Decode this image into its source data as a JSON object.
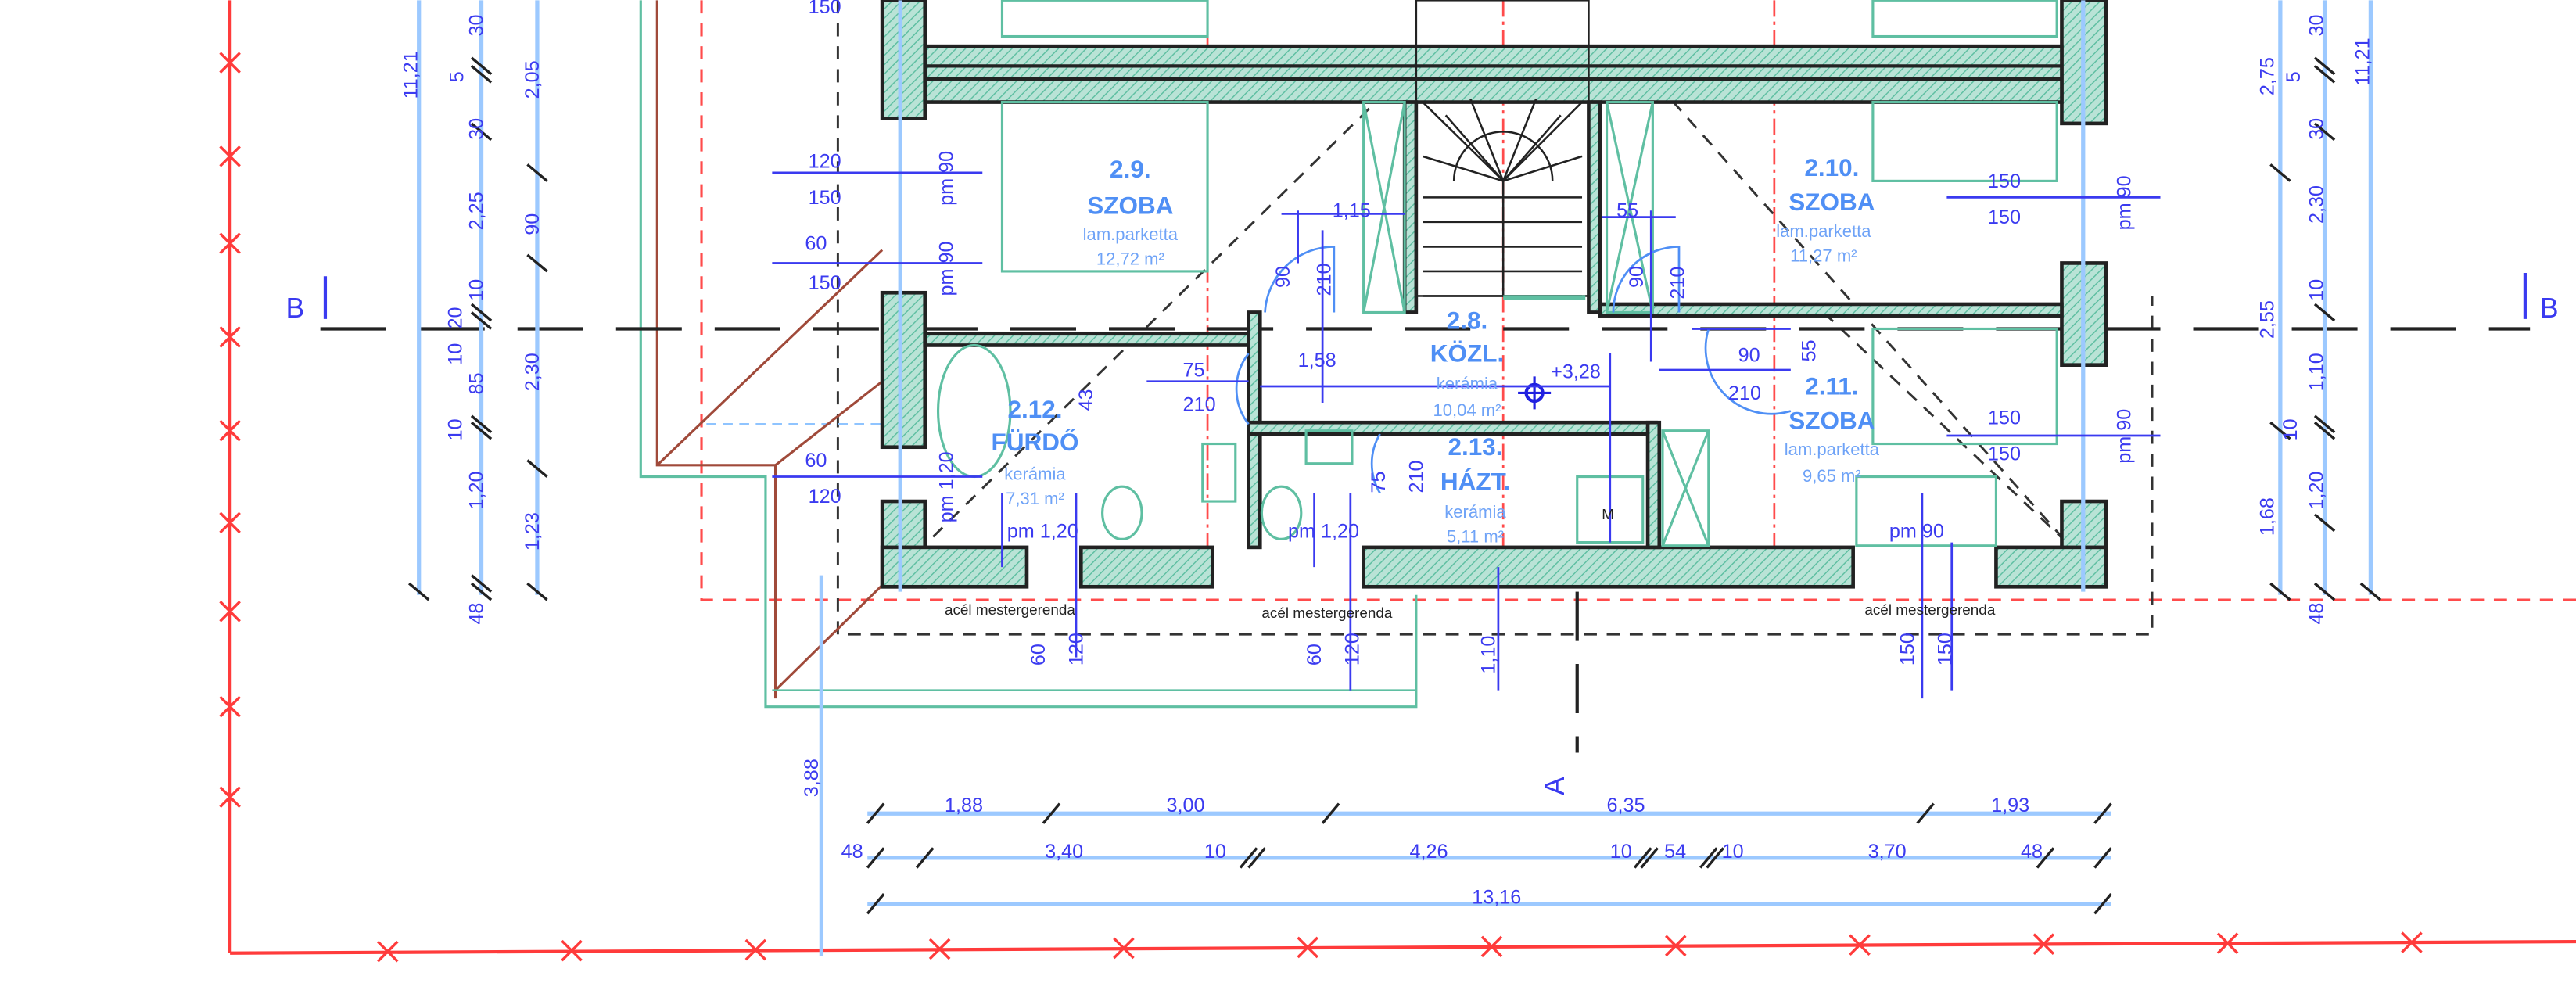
{
  "rooms": {
    "r29": {
      "number": "2.9.",
      "name": "SZOBA",
      "floor": "lam.parketta",
      "area": "12,72 m²"
    },
    "r210": {
      "number": "2.10.",
      "name": "SZOBA",
      "floor": "lam.parketta",
      "area": "11,27 m²"
    },
    "r28": {
      "number": "2.8.",
      "name": "KÖZL.",
      "floor": "kerámia",
      "area": "10,04 m²"
    },
    "r212": {
      "number": "2.12.",
      "name": "FÜRDŐ",
      "floor": "kerámia",
      "area": "7,31 m²"
    },
    "r213": {
      "number": "2.13.",
      "name": "HÁZT.",
      "floor": "kerámia",
      "area": "5,11 m²"
    },
    "r211": {
      "number": "2.11.",
      "name": "SZOBA",
      "floor": "lam.parketta",
      "area": "9,65 m²"
    }
  },
  "level_mark": "+3,28",
  "section_labels": {
    "b_left": "B",
    "b_right": "B",
    "a": "A"
  },
  "beam_labels": [
    "acél mestergerenda",
    "acél mestergerenda",
    "acél mestergerenda"
  ],
  "appliance_label": "M",
  "dims": {
    "bottom_row1": [
      "1,88",
      "3,00",
      "6,35",
      "1,93"
    ],
    "bottom_row2": [
      "48",
      "3,40",
      "10",
      "4,26",
      "10",
      "54",
      "10",
      "3,70",
      "48"
    ],
    "bottom_total": "13,16",
    "left_outer": "11,21",
    "left_mid": [
      "30",
      "5",
      "30",
      "2,25",
      "10",
      "20",
      "10",
      "85",
      "10",
      "1,20",
      "48"
    ],
    "left_inner": [
      "2,05",
      "90",
      "2,30",
      "1,23"
    ],
    "right_outer": [
      "2,75",
      "2,55",
      "1,68"
    ],
    "right_mid": [
      "30",
      "5",
      "30",
      "2,30",
      "10",
      "1,10",
      "10",
      "1,20",
      "48"
    ],
    "right_total": "11,21",
    "vertical_offset": "3,88",
    "windows_left": [
      "150",
      "120",
      "150",
      "60",
      "150",
      "60",
      "120"
    ],
    "windows_right": [
      "150",
      "150",
      "150",
      "150"
    ],
    "pm_labels": [
      "pm 90",
      "pm 90",
      "pm 1,20",
      "pm 1,20",
      "pm 1,20",
      "pm 90",
      "pm 90",
      "pm 90"
    ],
    "below": [
      "60",
      "120",
      "60",
      "120",
      "1,10",
      "150",
      "150"
    ],
    "doors": [
      "1,15",
      "90",
      "210",
      "1,58",
      "75",
      "210",
      "55",
      "90",
      "210",
      "90",
      "210",
      "55",
      "75",
      "210",
      "43"
    ]
  }
}
